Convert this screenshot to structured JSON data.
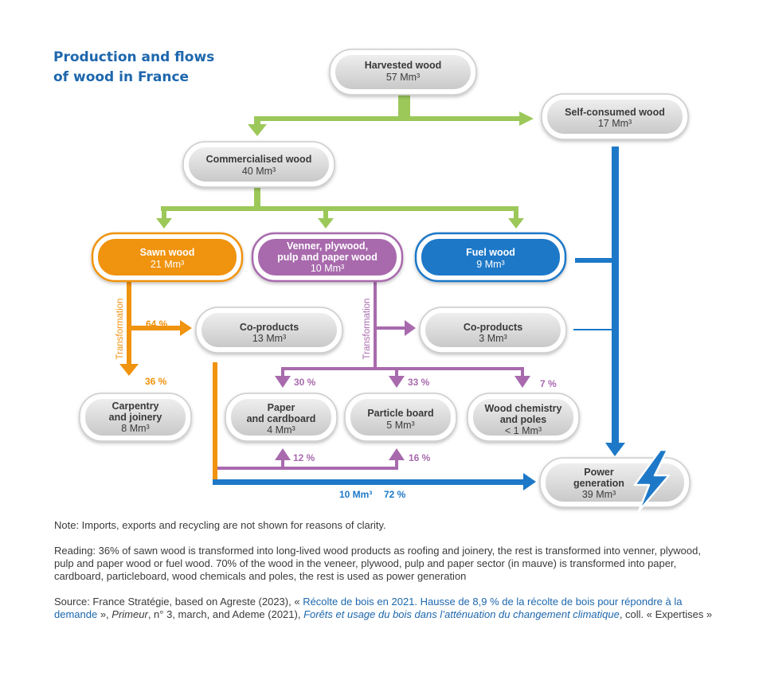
{
  "title": {
    "line1": "Production and flows",
    "line2": "of wood in France"
  },
  "nodes": {
    "harvested": {
      "label": "Harvested wood",
      "value": "57 Mm³"
    },
    "self_consumed": {
      "label": "Self-consumed wood",
      "value": "17 Mm³"
    },
    "commercialised": {
      "label": "Commercialised wood",
      "value": "40 Mm³"
    },
    "sawn": {
      "label": "Sawn wood",
      "value": "21 Mm³"
    },
    "venner": {
      "label_line1": "Venner, plywood,",
      "label_line2": "pulp and paper wood",
      "value": "10 Mm³"
    },
    "fuel": {
      "label": "Fuel wood",
      "value": "9 Mm³"
    },
    "coproducts_left": {
      "label": "Co-products",
      "value": "13 Mm³"
    },
    "coproducts_right": {
      "label": "Co-products",
      "value": "3 Mm³"
    },
    "carpentry": {
      "label_line1": "Carpentry",
      "label_line2": "and joinery",
      "value": "8 Mm³"
    },
    "paper": {
      "label_line1": "Paper",
      "label_line2": "and cardboard",
      "value": "4 Mm³"
    },
    "particle": {
      "label": "Particle board",
      "value": "5 Mm³"
    },
    "chemistry": {
      "label_line1": "Wood chemistry",
      "label_line2": "and poles",
      "value": "< 1 Mm³"
    },
    "power": {
      "label_line1": "Power",
      "label_line2": "generation",
      "value": "39 Mm³"
    }
  },
  "flow_labels": {
    "transformation_left": "Transformation",
    "transformation_right": "Transformation",
    "pct_64": "64 %",
    "pct_36": "36 %",
    "pct_30": "30 %",
    "pct_33": "33 %",
    "pct_7": "7 %",
    "pct_12": "12 %",
    "pct_16": "16 %",
    "power_volume": "10 Mm³",
    "power_pct": "72 %"
  },
  "notes": {
    "note": "Note: Imports, exports and recycling are not shown for reasons of clarity.",
    "reading": "Reading: 36% of sawn wood is transformed into long-lived wood products as roofing and  joinery, the rest is transformed into venner, plywood, pulp and paper wood or fuel wood. 70% of the wood in the veneer, plywood, pulp and paper sector (in mauve) is transformed into paper, cardboard, particleboard, wood chemicals and poles, the rest is used as power generation",
    "source_prefix": "Source: France Stratégie, based on Agreste (2023), « ",
    "source_agreste_title": "Récolte de bois en 2021. Hausse de 8,9 % de la récolte de bois pour répondre à la demande",
    "source_mid1": " », ",
    "source_primeur": "Primeur",
    "source_mid2": ", n° 3, march, and Ademe (2021), ",
    "source_ademe_title": "Forêts et usage du bois dans l’atténuation du changement climatique",
    "source_suffix": ", coll. « Expertises »"
  },
  "colors": {
    "green": "#9cc85a",
    "orange": "#f0930e",
    "mauve": "#a86aad",
    "blue": "#1d78c8",
    "title_blue": "#1d67ad",
    "grey_node": "#d9d9d9"
  }
}
